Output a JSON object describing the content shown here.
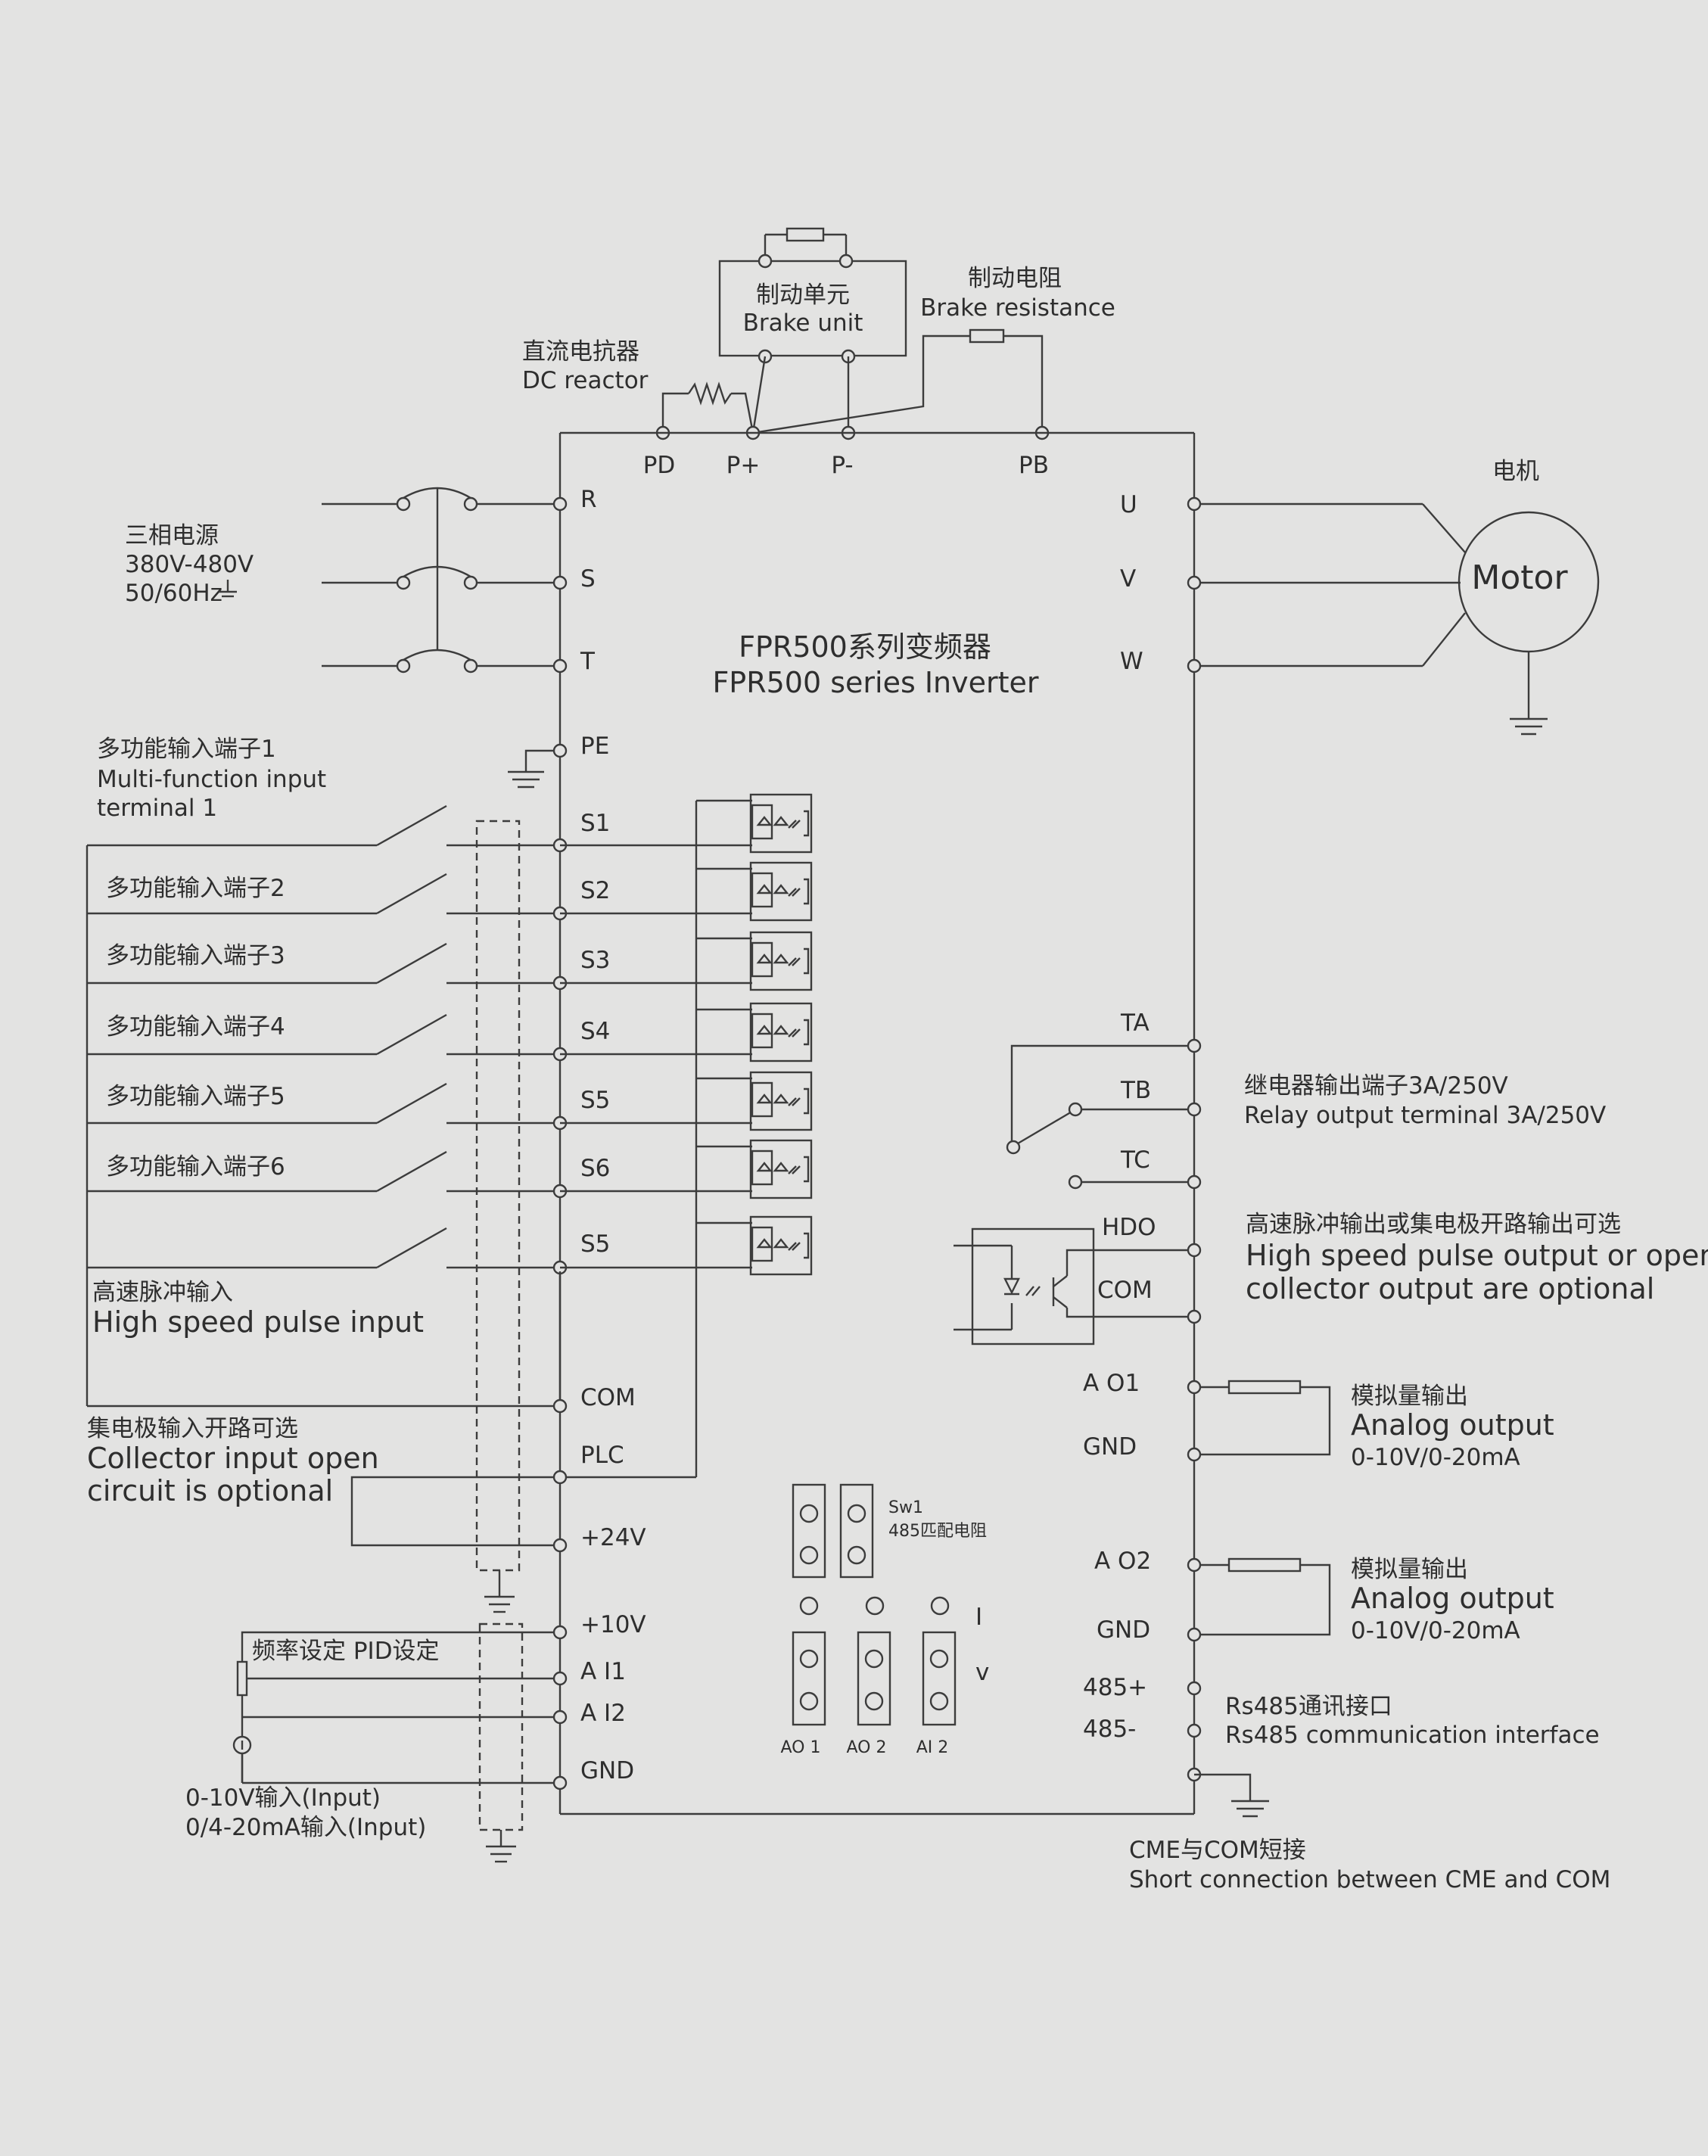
{
  "brake_unit": {
    "zh": "制动单元",
    "en": "Brake unit"
  },
  "brake_resistance": {
    "zh": "制动电阻",
    "en": "Brake resistance"
  },
  "dc_reactor": {
    "zh": "直流电抗器",
    "en": "DC reactor"
  },
  "top_terminals": {
    "pd": "PD",
    "pplus": "P+",
    "pminus": "P-",
    "pb": "PB"
  },
  "power_supply": {
    "zh": "三相电源",
    "voltage": "380V-480V",
    "freq": "50/60Hz"
  },
  "inverter": {
    "zh": "FPR500系列变频器",
    "en": "FPR500 series Inverter"
  },
  "motor": {
    "zh": "电机",
    "label": "Motor"
  },
  "left_terminals": {
    "r": "R",
    "s": "S",
    "t": "T",
    "pe": "PE",
    "s1": "S1",
    "s2": "S2",
    "s3": "S3",
    "s4": "S4",
    "s5": "S5",
    "s6": "S6",
    "s7": "S5",
    "com": "COM",
    "plc": "PLC",
    "v24": "+24V",
    "v10": "+10V",
    "ai1": "A I1",
    "ai2": "A I2",
    "gnd": "GND"
  },
  "right_terminals": {
    "u": "U",
    "v": "V",
    "w": "W",
    "ta": "TA",
    "tb": "TB",
    "tc": "TC",
    "hdo": "HDO",
    "com": "COM",
    "ao1": "A O1",
    "gnd1": "GND",
    "ao2": "A O2",
    "gnd2": "GND",
    "rs485p": "485+",
    "rs485n": "485-"
  },
  "multi_input_1": {
    "zh": "多功能输入端子1",
    "en1": "Multi-function input",
    "en2": "terminal 1"
  },
  "multi_inputs": [
    "多功能输入端子2",
    "多功能输入端子3",
    "多功能输入端子4",
    "多功能输入端子5",
    "多功能输入端子6"
  ],
  "high_speed_pulse": {
    "zh": "高速脉冲输入",
    "en": "High speed pulse input"
  },
  "collector_input": {
    "zh": "集电极输入开路可选",
    "en1": "Collector input open",
    "en2": "circuit is optional"
  },
  "pid": {
    "zh": "频率设定 PID设定"
  },
  "analog_input": {
    "line1": "0-10V输入(Input)",
    "line2": "0/4-20mA输入(Input)"
  },
  "relay": {
    "zh": "继电器输出端子3A/250V",
    "en": "Relay output terminal 3A/250V"
  },
  "hdo_note": {
    "zh": "高速脉冲输出或集电极开路输出可选",
    "en1": "High speed pulse output or open",
    "en2": "collector output are optional"
  },
  "analog_output": {
    "zh": "模拟量输出",
    "en": "Analog output",
    "range": "0-10V/0-20mA"
  },
  "rs485": {
    "zh": "Rs485通讯接口",
    "en": "Rs485 communication interface"
  },
  "sw1": {
    "name": "Sw1",
    "desc": "485匹配电阻"
  },
  "jumpers": {
    "i": "I",
    "v": "v",
    "ao1": "AO 1",
    "ao2": "AO 2",
    "ai2": "AI 2"
  },
  "cme": {
    "zh": "CME与COM短接",
    "en": "Short connection between CME and COM"
  }
}
